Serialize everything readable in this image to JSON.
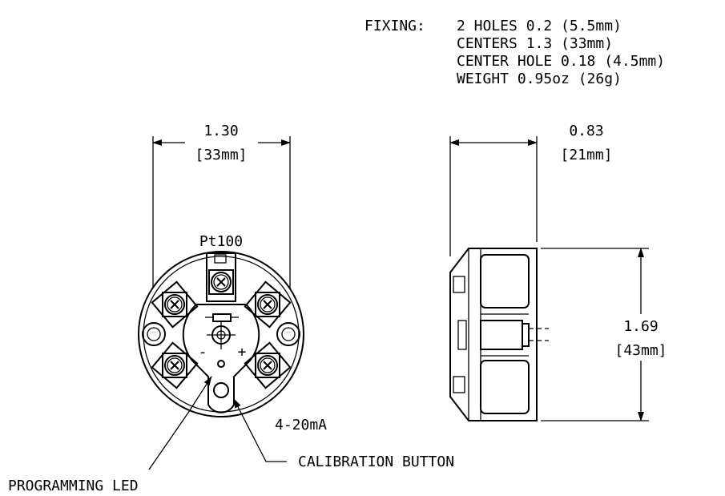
{
  "fixing": {
    "label": "FIXING:",
    "lines": [
      "2 HOLES 0.2 (5.5mm)",
      "CENTERS 1.3 (33mm)",
      "CENTER HOLE 0.18 (4.5mm)",
      "WEIGHT 0.95oz (26g)"
    ]
  },
  "dimensions": {
    "width_in": "1.30",
    "width_mm": "[33mm]",
    "depth_in": "0.83",
    "depth_mm": "[21mm]",
    "height_in": "1.69",
    "height_mm": "[43mm]"
  },
  "labels": {
    "sensor": "Pt100",
    "minus": "-",
    "plus": "+",
    "output": "4-20mA",
    "calibration": "CALIBRATION BUTTON",
    "programming": "PROGRAMMING LED"
  }
}
